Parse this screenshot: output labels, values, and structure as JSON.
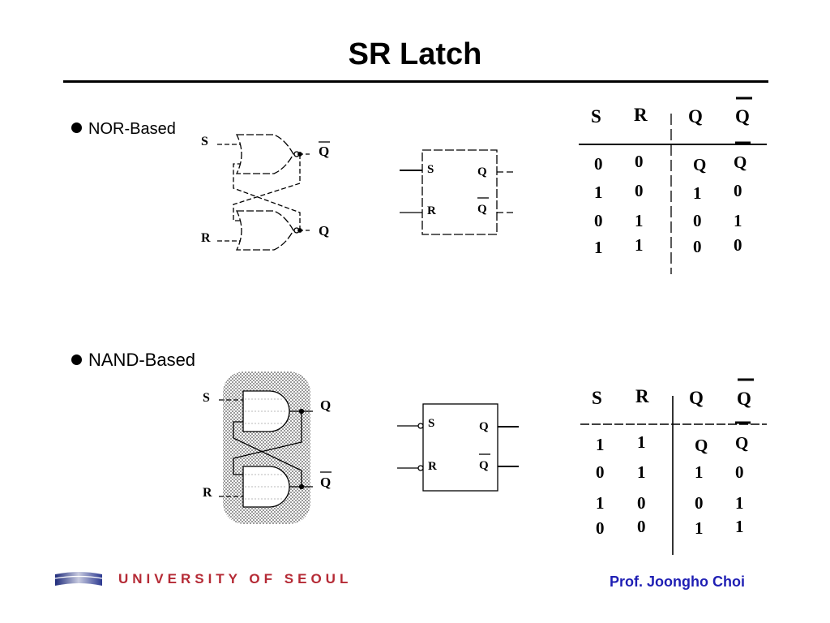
{
  "title": "SR Latch",
  "sections": {
    "nor": {
      "label": "NOR-Based",
      "circuit": {
        "s": "S",
        "r": "R",
        "q_top": "Q",
        "q_bottom": "Q"
      },
      "symbol": {
        "s": "S",
        "r": "R",
        "q": "Q",
        "qbar": "Q"
      },
      "table": {
        "headers": [
          "S",
          "R",
          "Q",
          "Q"
        ],
        "rows": [
          [
            "0",
            "0",
            "Q",
            "Q"
          ],
          [
            "1",
            "0",
            "1",
            "0"
          ],
          [
            "0",
            "1",
            "0",
            "1"
          ],
          [
            "1",
            "1",
            "0",
            "0"
          ]
        ]
      }
    },
    "nand": {
      "label": "NAND-Based",
      "circuit": {
        "s": "S",
        "r": "R",
        "q_top": "Q",
        "q_bottom": "Q"
      },
      "symbol": {
        "s": "S",
        "r": "R",
        "q": "Q",
        "qbar": "Q"
      },
      "table": {
        "headers": [
          "S",
          "R",
          "Q",
          "Q"
        ],
        "rows": [
          [
            "1",
            "1",
            "Q",
            "Q"
          ],
          [
            "0",
            "1",
            "1",
            "0"
          ],
          [
            "1",
            "0",
            "0",
            "1"
          ],
          [
            "0",
            "0",
            "1",
            "1"
          ]
        ]
      }
    }
  },
  "footer": {
    "university": "UNIVERSITY OF SEOUL",
    "author": "Prof. Joongho Choi"
  },
  "colors": {
    "university": "#b52a35",
    "author": "#1f1fb4",
    "shade": "#bdbdbd"
  }
}
